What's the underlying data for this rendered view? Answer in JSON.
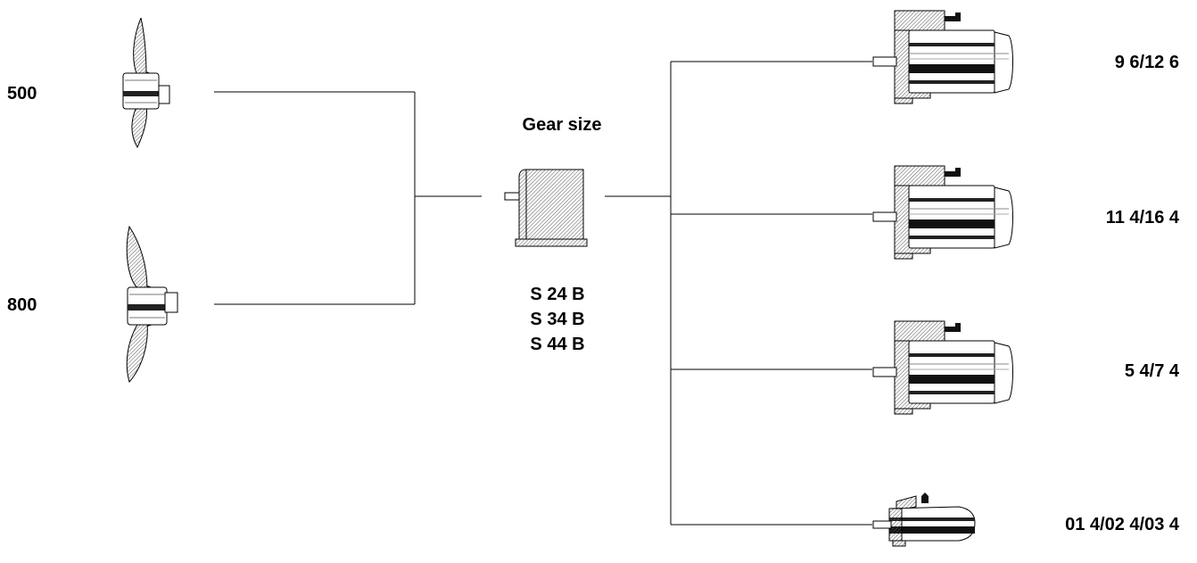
{
  "propellers": [
    {
      "label": "500",
      "icon": "propeller-small-icon"
    },
    {
      "label": "800",
      "icon": "propeller-large-icon"
    }
  ],
  "gearbox": {
    "title": "Gear size",
    "sizes": [
      "S 24 B",
      "S 34 B",
      "S 44 B"
    ],
    "icon": "gearbox-icon"
  },
  "motors": [
    {
      "label": "9 6/12 6",
      "icon": "motor-icon"
    },
    {
      "label": "11 4/16 4",
      "icon": "motor-icon"
    },
    {
      "label": "5 4/7 4",
      "icon": "motor-icon"
    },
    {
      "label": "01 4/02 4/03 4",
      "icon": "motor-small-icon"
    }
  ],
  "colors": {
    "line": "#000000",
    "hatch": "#555555",
    "dark": "#111111"
  }
}
